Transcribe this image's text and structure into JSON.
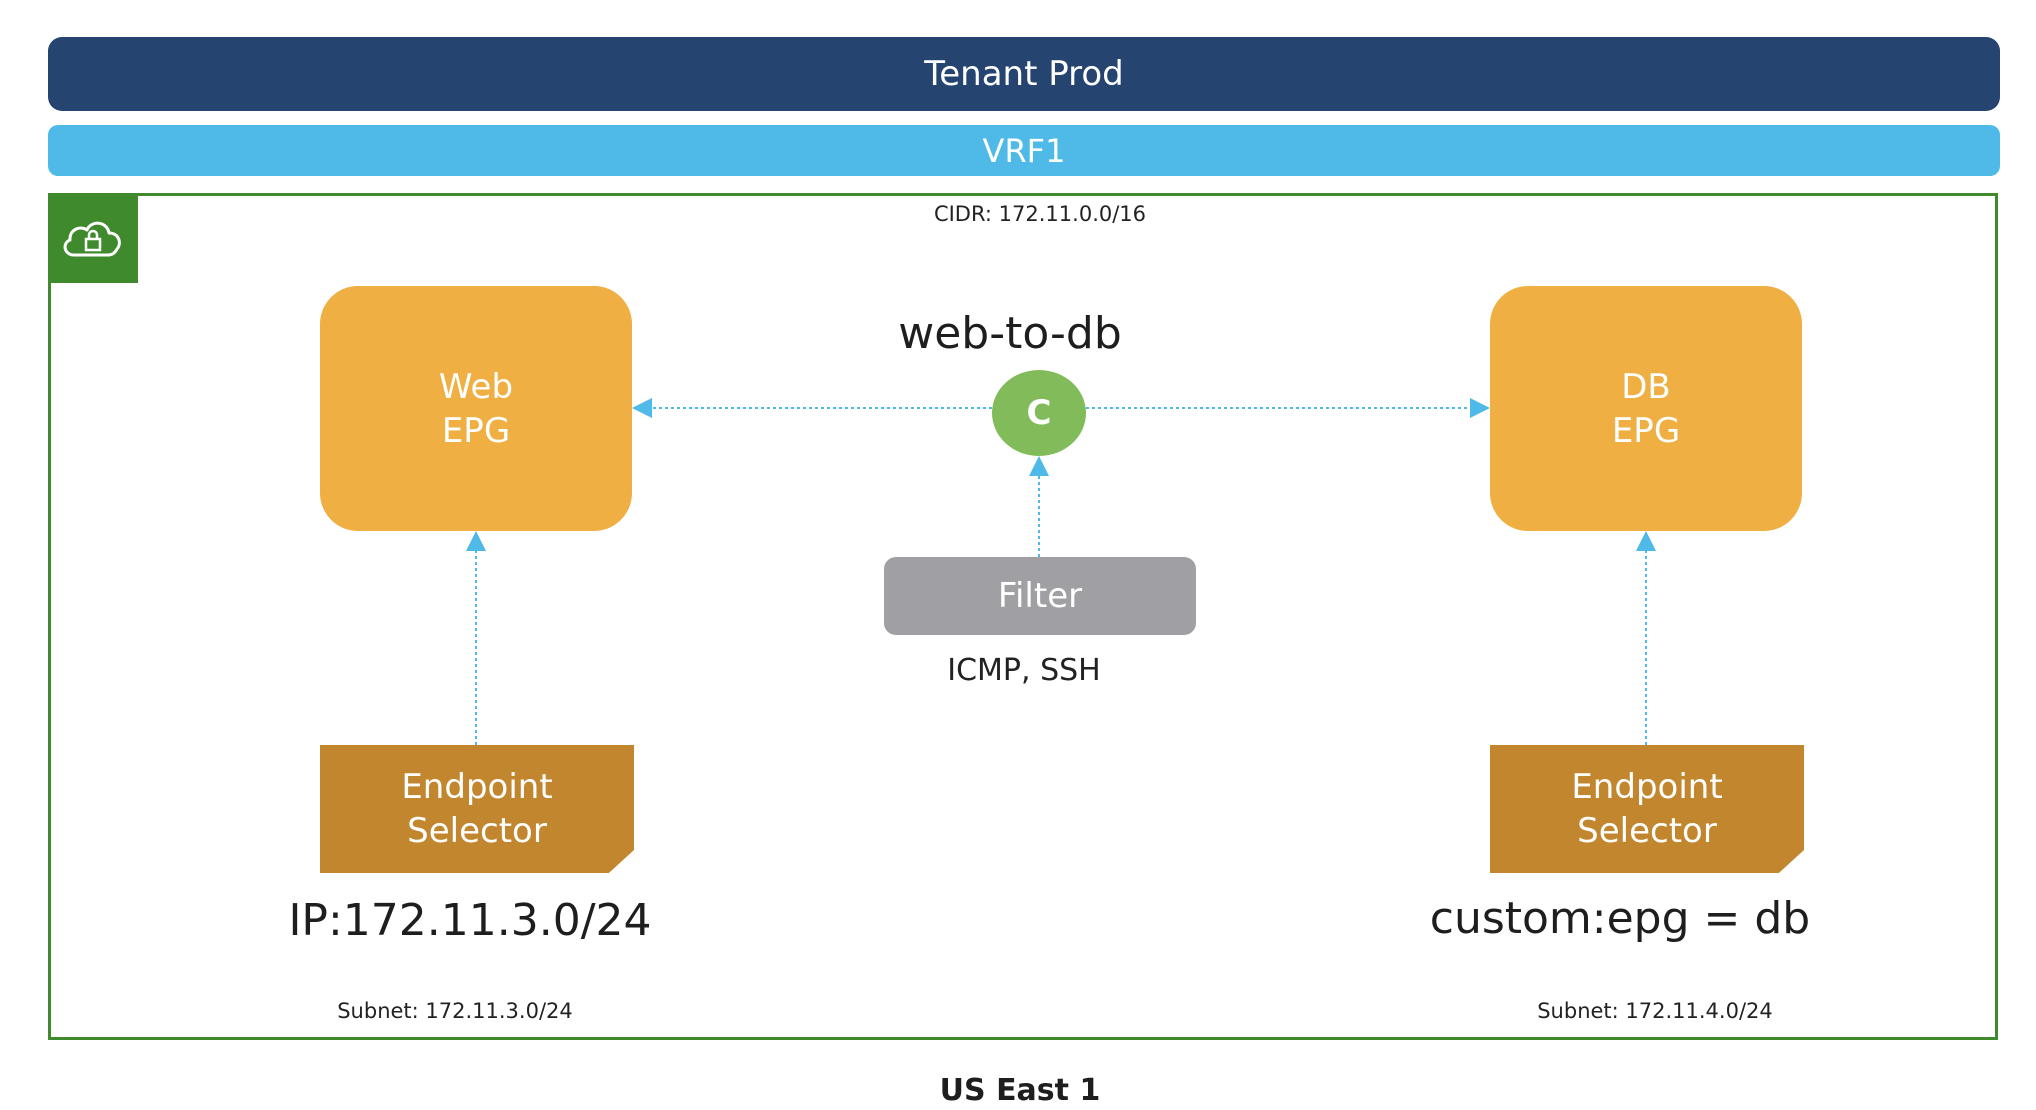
{
  "tenant": {
    "label": "Tenant Prod"
  },
  "vrf": {
    "label": "VRF1"
  },
  "region": {
    "cidr": "CIDR: 172.11.0.0/16",
    "name": "US East 1",
    "icon": "cloud-lock-icon"
  },
  "contract": {
    "name": "web-to-db",
    "node_label": "C"
  },
  "filter": {
    "label": "Filter",
    "protocols": "ICMP, SSH"
  },
  "web": {
    "epg_line1": "Web",
    "epg_line2": "EPG",
    "selector_line1": "Endpoint",
    "selector_line2": "Selector",
    "match": "IP:172.11.3.0/24",
    "subnet": "Subnet: 172.11.3.0/24"
  },
  "db": {
    "epg_line1": "DB",
    "epg_line2": "EPG",
    "selector_line1": "Endpoint",
    "selector_line2": "Selector",
    "match": "custom:epg = db",
    "subnet": "Subnet: 172.11.4.0/24"
  },
  "colors": {
    "tenant": "#264470",
    "vrf": "#4fb9e8",
    "region_border": "#3f8a2c",
    "epg": "#efaf42",
    "selector": "#c2872e",
    "contract": "#82bc5a",
    "filter": "#a0a0a4",
    "link": "#4fb9e8"
  }
}
